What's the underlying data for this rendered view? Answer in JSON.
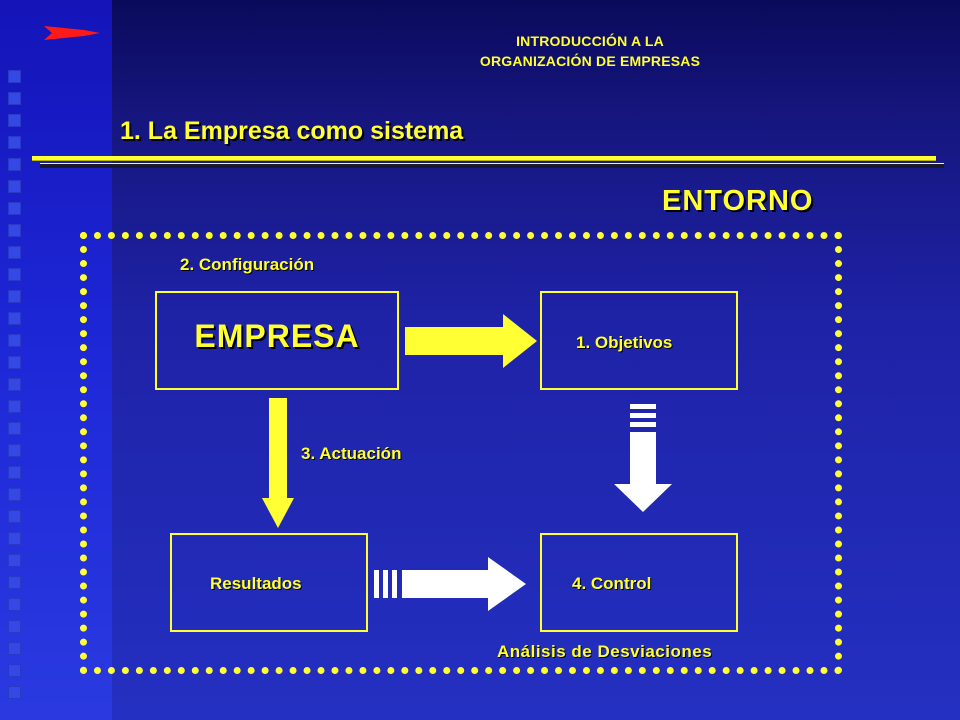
{
  "header": {
    "line1": "INTRODUCCIÓN A LA",
    "line2": "ORGANIZACIÓN DE EMPRESAS"
  },
  "slide": {
    "title": "1. La Empresa como sistema"
  },
  "diagram": {
    "environment_label": "ENTORNO",
    "configuration_label": "2. Configuración",
    "company_label": "EMPRESA",
    "objectives_label": "1. Objetivos",
    "action_label": "3. Actuación",
    "results_label": "Resultados",
    "control_label": "4. Control",
    "deviation_label": "Análisis de Desviaciones"
  },
  "colors": {
    "accent": "#ffff33",
    "background": "#1e22a6",
    "bullet_arrow": "#ff0000"
  }
}
